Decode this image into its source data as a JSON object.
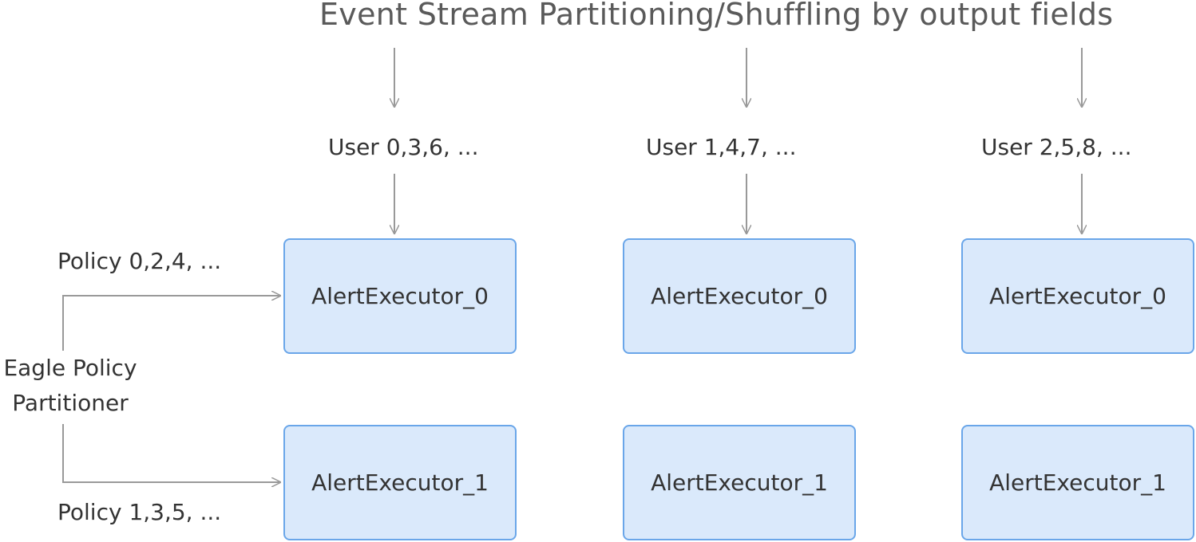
{
  "title": "Event Stream Partitioning/Shuffling by output fields",
  "columns": [
    {
      "user_label": "User 0,3,6, ...",
      "executors": [
        "AlertExecutor_0",
        "AlertExecutor_1"
      ]
    },
    {
      "user_label": "User 1,4,7, ...",
      "executors": [
        "AlertExecutor_0",
        "AlertExecutor_1"
      ]
    },
    {
      "user_label": "User 2,5,8, ...",
      "executors": [
        "AlertExecutor_0",
        "AlertExecutor_1"
      ]
    }
  ],
  "partitioner": {
    "line1": "Eagle Policy",
    "line2": "Partitioner"
  },
  "policies": [
    "Policy 0,2,4, ...",
    "Policy 1,3,5, ..."
  ],
  "colors": {
    "box_fill": "#dae9fb",
    "box_border": "#6aa6e9",
    "arrow": "#999999",
    "text": "#333333"
  }
}
